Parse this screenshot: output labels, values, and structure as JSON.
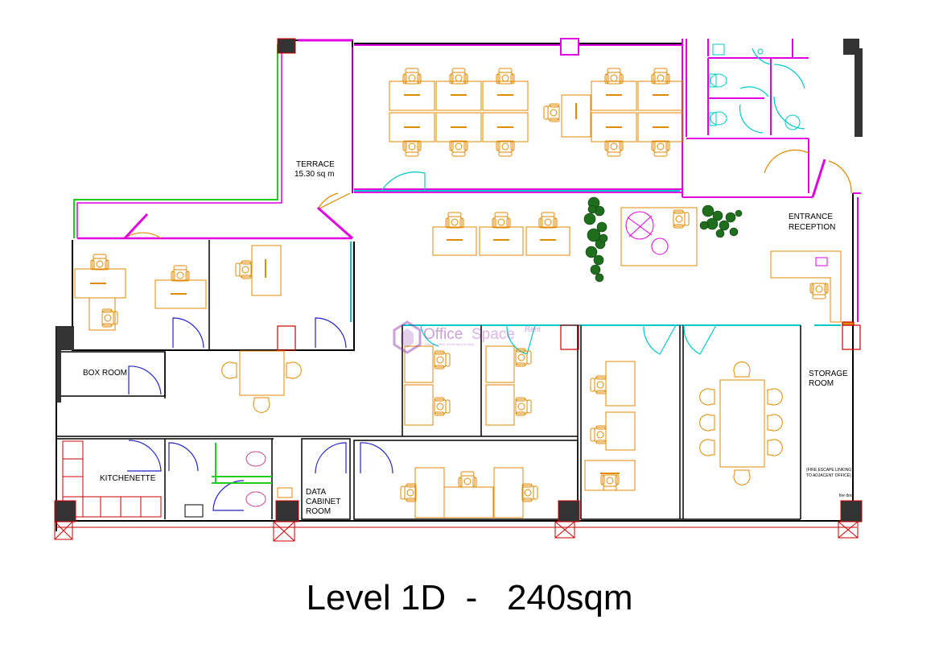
{
  "rooms": {
    "terrace": "TERRACE",
    "terrace_area": "15.30 sq m",
    "entrance": "ENTRANCE",
    "reception": "RECEPTION",
    "box_room": "BOX ROOM",
    "storage": "STORAGE",
    "storage2": "ROOM",
    "kitchenette": "KITCHENETTE",
    "data1": "DATA",
    "data2": "CABINET",
    "data3": "ROOM"
  },
  "notes": {
    "fire_escape_1": "(FIRE ESCAPE LINKING",
    "fire_escape_2": "TO ADJACENT OFFICE)",
    "fire_door": "fire door"
  },
  "watermark": {
    "brand_a": "Office",
    "brand_b": "Space",
    "brand_c": ".Rent",
    "tagline": "Find an Office, We're Here to Help"
  },
  "caption": "Level 1D  -   240sqm",
  "colors": {
    "wall": "#000000",
    "partition": "#e000e0",
    "glass": "#00c8c8",
    "furniture": "#e08a00",
    "door": "#2222cc",
    "plant": "#1e6e1e",
    "terrace_edge": "#22cc22",
    "column": "#333333",
    "grid": "#cc0000"
  }
}
